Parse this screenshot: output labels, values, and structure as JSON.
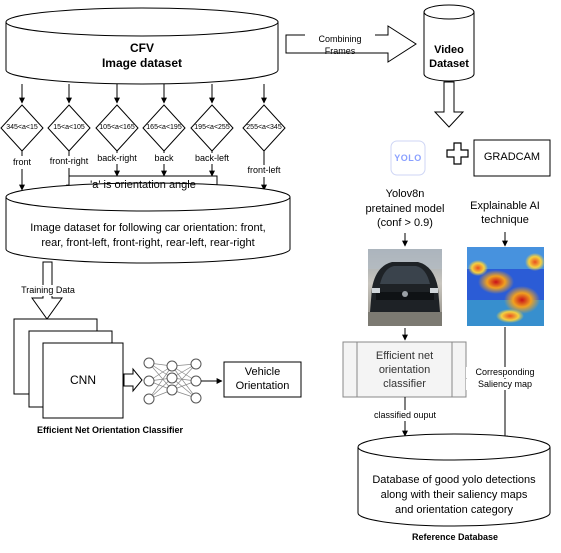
{
  "cfv": {
    "title": "CFV",
    "subtitle": "Image dataset"
  },
  "combining": {
    "line1": "Combining",
    "line2": "Frames"
  },
  "video": {
    "line1": "Video",
    "line2": "Dataset"
  },
  "angles": [
    {
      "range": "345<a<15",
      "label": "front"
    },
    {
      "range": "15<a<105",
      "label": "front-right"
    },
    {
      "range": "105<a<165",
      "label": "back-right"
    },
    {
      "range": "165<a<195",
      "label": "back"
    },
    {
      "range": "195<a<255",
      "label": "back-left"
    },
    {
      "range": "255<a<345",
      "label": "front-left"
    }
  ],
  "angle_note": "'a' is orientation angle",
  "orient_db": {
    "line1": "Image dataset for following car orientation: front,",
    "line2": "rear, front-left, front-right, rear-left, rear-right"
  },
  "training": "Training Data",
  "cnn": "CNN",
  "vehicle": {
    "line1": "Vehicle",
    "line2": "Orientation"
  },
  "classifier_title": "Efficient Net Orientation Classifier",
  "yolo_logo": "YOLO",
  "plus": "+",
  "gradcam": "GRADCAM",
  "yolov8": {
    "line1": "Yolov8n",
    "line2": "pretained model",
    "line3": "(conf > 0.9)"
  },
  "xai": {
    "line1": "Explainable AI",
    "line2": "technique"
  },
  "effnet": {
    "line1": "Efficient net",
    "line2": "orientation",
    "line3": "classifier"
  },
  "saliency": {
    "line1": "Corresponding",
    "line2": "Saliency map"
  },
  "classified": "classified ouput",
  "refdb": {
    "line1": "Database of good yolo detections",
    "line2": "along with their saliency maps",
    "line3": "and orientation category"
  },
  "ref_title": "Reference Database",
  "colors": {
    "yolo_logo": "#8aa0ff",
    "effnet_fill": "#f4f4f4",
    "heat_hot": "#d7301f",
    "heat_cool": "#2b5cd6"
  }
}
